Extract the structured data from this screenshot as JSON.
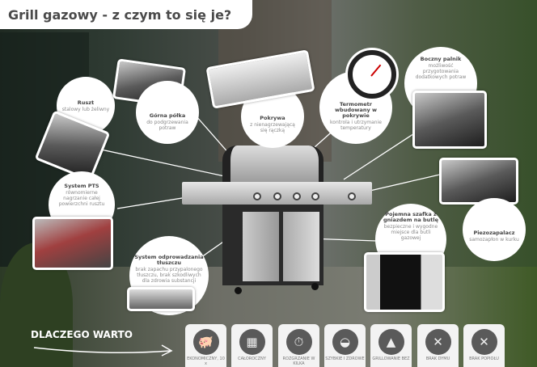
{
  "title": "Grill gazowy - z czym to się je?",
  "callouts": [
    {
      "id": "ruszt",
      "title": "Ruszt",
      "desc": "stalowy lub żeliwny"
    },
    {
      "id": "gorna-polka",
      "title": "Górna półka",
      "desc": "do podgrzewania potraw"
    },
    {
      "id": "pokrywa",
      "title": "Pokrywa",
      "desc": "z nienagrzewającą się rączką"
    },
    {
      "id": "termometr",
      "title": "Termometr wbudowany w pokrywie",
      "desc": "kontrola i utrzymanie temperatury"
    },
    {
      "id": "boczny-palnik",
      "title": "Boczny palnik",
      "desc": "możliwość przygotowania dodatkowych potraw"
    },
    {
      "id": "system-pts",
      "title": "System PTS",
      "desc": "równomierne nagrzanie całej powierzchni rusztu"
    },
    {
      "id": "piezozapalacz",
      "title": "Piezozapalacz",
      "desc": "samozapłon w kurku"
    },
    {
      "id": "system-tluszczu",
      "title": "System odprowadzania tłuszczu",
      "desc": "brak zapachu przypalonego tłuszczu, brak szkodliwych dla zdrowia substancji"
    },
    {
      "id": "szafka",
      "title": "Pojemna szafka z gniazdem na butlę",
      "desc": "bezpieczne i wygodne miejsce dla butli gazowej"
    }
  ],
  "why": "DLACZEGO WARTO",
  "benefits": [
    {
      "label": "EKONOMICZNY, 10 x",
      "icon": "piggy-bank-icon",
      "glyph": "🐖"
    },
    {
      "label": "CAŁOROCZNY",
      "icon": "calendar-icon",
      "glyph": "▦"
    },
    {
      "label": "ROZGRZANIE W KILKA",
      "icon": "stopwatch-icon",
      "glyph": "⏱"
    },
    {
      "label": "SZYBKIE I ZDROWE",
      "icon": "plate-icon",
      "glyph": "◒"
    },
    {
      "label": "GRILLOWANIE BEZ",
      "icon": "charcoal-bag-icon",
      "glyph": "▲"
    },
    {
      "label": "BRAK DYMU",
      "icon": "no-smoke-icon",
      "glyph": "✕"
    },
    {
      "label": "BRAK POPIOŁU",
      "icon": "no-ash-icon",
      "glyph": "✕"
    }
  ]
}
